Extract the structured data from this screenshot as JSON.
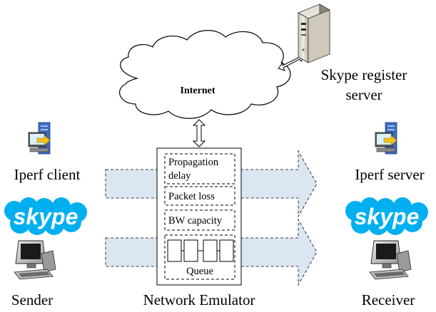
{
  "diagram": {
    "internet_label": "Internet",
    "register_server_line1": "Skype register",
    "register_server_line2": "server",
    "iperf_client_label": "Iperf client",
    "iperf_server_label": "Iperf server",
    "sender_label": "Sender",
    "receiver_label": "Receiver",
    "emulator_label": "Network Emulator",
    "emulator_blocks": {
      "propagation_line1": "Propagation",
      "propagation_line2": "delay",
      "packet_loss": "Packet loss",
      "bw_capacity": "BW capacity",
      "queue": "Queue"
    },
    "skype_logo_text": "skype"
  },
  "colors": {
    "arrow_fill": "#dce6f2",
    "skype_blue": "#00aff0",
    "cloud_fill": "#ffffff",
    "outline": "#000000"
  }
}
